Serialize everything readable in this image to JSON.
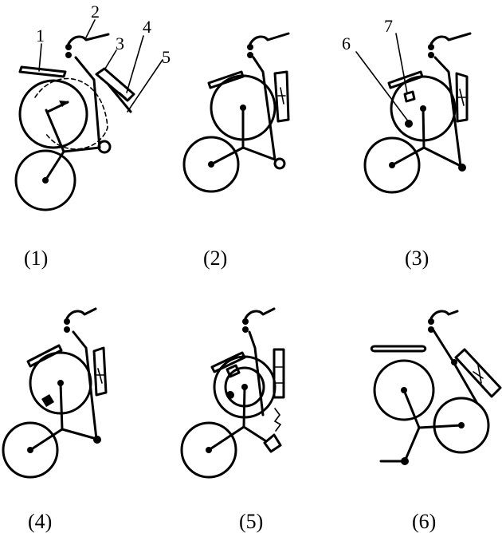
{
  "callouts": [
    "1",
    "2",
    "3",
    "4",
    "5",
    "6",
    "7"
  ],
  "captions": [
    "(1)",
    "(2)",
    "(3)",
    "(4)",
    "(5)",
    "(6)"
  ]
}
